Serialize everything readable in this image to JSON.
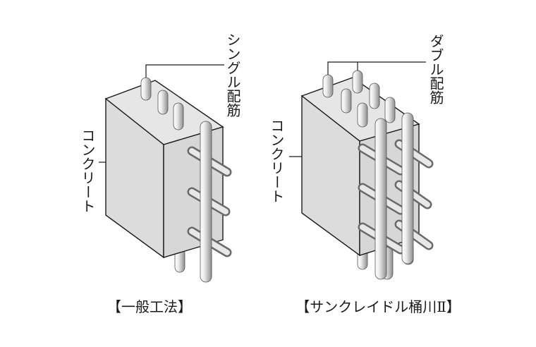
{
  "left": {
    "rebar_label": "シングル配筋",
    "concrete_label": "コンクリート",
    "caption": "【一般工法】"
  },
  "right": {
    "rebar_label": "ダブル配筋",
    "concrete_label": "コンクリート",
    "caption": "【サンクレイドル桶川Ⅱ】"
  }
}
